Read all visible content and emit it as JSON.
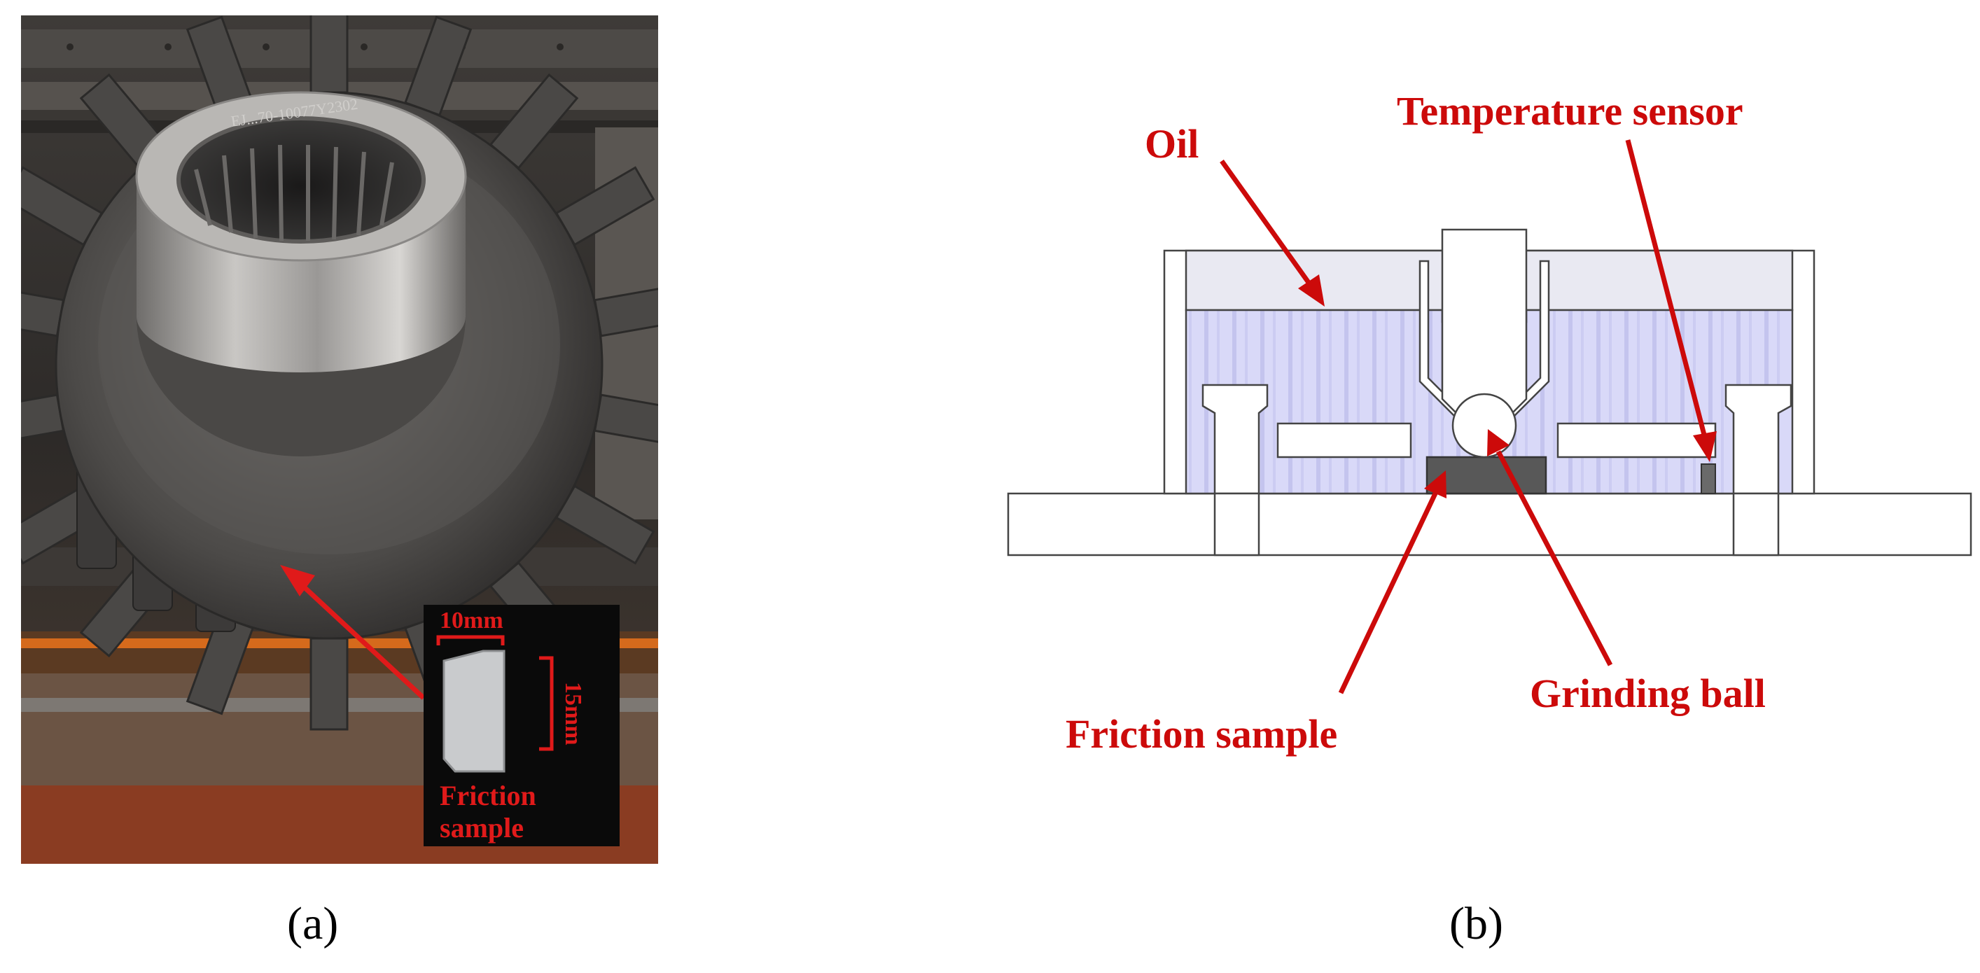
{
  "panel_a": {
    "caption": "(a)",
    "inset": {
      "dim_width": "10mm",
      "dim_height": "15mm",
      "label_line1": "Friction",
      "label_line2": "sample"
    },
    "gear_stamp": "EJ...70-10077Y2302"
  },
  "panel_b": {
    "caption": "(b)",
    "labels": {
      "oil": "Oil",
      "temperature_sensor": "Temperature sensor",
      "friction_sample": "Friction sample",
      "grinding_ball": "Grinding ball"
    }
  },
  "colors": {
    "label_red": "#cc0a0a",
    "oil_fill": "#d8d8f8",
    "oil_stripe": "#c3c3ee",
    "sample_fill": "#555555"
  }
}
